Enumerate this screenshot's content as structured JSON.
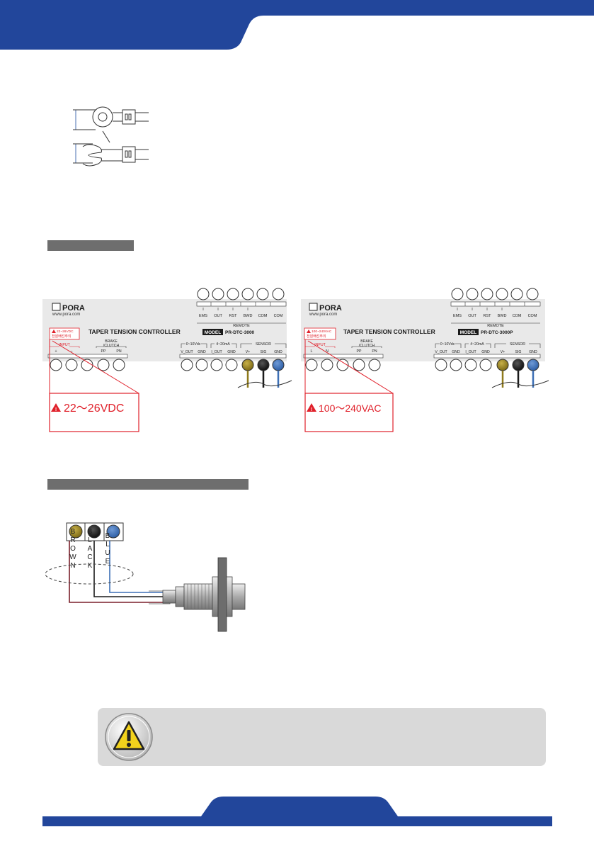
{
  "colors": {
    "brand_blue": "#22469b",
    "section_bar": "#6e6e6e",
    "warning_red": "#e0202a",
    "panel_bg": "#e9e9e9",
    "caution_bg": "#d9d9d9",
    "brown_wire": "#8f7a1c",
    "black_wire": "#1a1a1a",
    "blue_wire": "#3d6fb5"
  },
  "panel_dc": {
    "logo": "PORA",
    "website": "www.pora.com",
    "title": "TAPER  TENSION  CONTROLLER",
    "model_badge": "MODEL",
    "model": "PR-DTC-3000",
    "warn_small_1": "22~26VDC",
    "warn_small_2": "전원배선주의",
    "input_label": "INPUT",
    "input_plus": "+",
    "input_minus": "−",
    "brake_label_1": "BRAKE",
    "brake_label_2": "/CLUTCH",
    "pp": "PP",
    "pn": "PN",
    "v_range": "0~10Vdc",
    "i_range": "4~20mA",
    "sensor": "SENSOR",
    "v_out": "V_OUT",
    "gnd_a": "GND",
    "i_out": "I_OUT",
    "gnd_b": "GND",
    "v_plus": "V+",
    "sig": "SIG",
    "gnd_c": "GND",
    "remote": "REMOTE",
    "ems": "EMS",
    "out": "OUT",
    "rst": "RST",
    "bwd": "BWD",
    "com1": "COM",
    "com2": "COM",
    "warning_big": "22～26VDC"
  },
  "panel_ac": {
    "logo": "PORA",
    "website": "www.pora.com",
    "title": "TAPER  TENSION  CONTROLLER",
    "model_badge": "MODEL",
    "model": "PR-DTC-3000P",
    "warn_small_1": "100~240VAC",
    "warn_small_2": "전원배선주의",
    "input_label": "INPUT",
    "input_l": "L",
    "input_n": "N",
    "brake_label_1": "BRAKE",
    "brake_label_2": "/CLUTCH",
    "pp": "PP",
    "pn": "PN",
    "v_range": "0~10Vdc",
    "i_range": "4~20mA",
    "sensor": "SENSOR",
    "v_out": "V_OUT",
    "gnd_a": "GND",
    "i_out": "I_OUT",
    "gnd_b": "GND",
    "v_plus": "V+",
    "sig": "SIG",
    "gnd_c": "GND",
    "remote": "REMOTE",
    "ems": "EMS",
    "out": "OUT",
    "rst": "RST",
    "bwd": "BWD",
    "com1": "COM",
    "com2": "COM",
    "warning_big": "100～240VAC"
  },
  "sensor_wires": {
    "brown": "BROWN",
    "black": "BLACK",
    "blue": "BLUE"
  }
}
